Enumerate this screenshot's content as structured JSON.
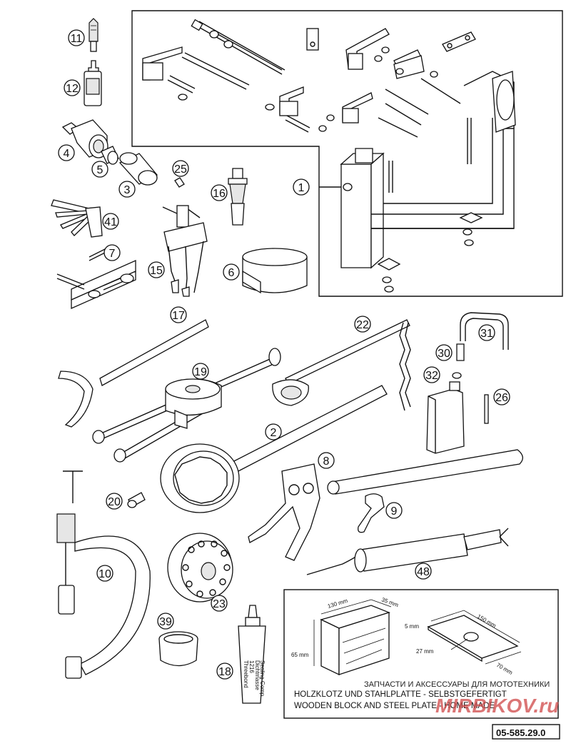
{
  "callouts": {
    "n1": "1",
    "n2": "2",
    "n3": "3",
    "n4": "4",
    "n5": "5",
    "n6": "6",
    "n7": "7",
    "n8": "8",
    "n9": "9",
    "n10": "10",
    "n11": "11",
    "n12": "12",
    "n15": "15",
    "n16": "16",
    "n17": "17",
    "n18": "18",
    "n19": "19",
    "n20": "20",
    "n22": "22",
    "n23": "23",
    "n25": "25",
    "n26": "26",
    "n30": "30",
    "n31": "31",
    "n32": "32",
    "n39": "39",
    "n41": "41",
    "n48": "48"
  },
  "tube_label": {
    "line1": "Threebond",
    "line2": "1216",
    "line3": "Dichtmasse",
    "line4": "Sealing Comp."
  },
  "dims": {
    "length": "130 mm",
    "depth": "35 mm",
    "height": "65 mm",
    "thickness": "5 mm",
    "plate_length": "150 mm",
    "plate_width": "70 mm",
    "hole": "27 mm"
  },
  "caption": {
    "line1": "HOLZKLOTZ UND STAHLPLATTE - SELBSTGEFERTIGT",
    "line2": "WOODEN BLOCK AND STEEL PLATE - HOME MADE"
  },
  "watermark": {
    "text": "ЗАПЧАСТИ И АКСЕССУАРЫ ДЛЯ МОТОТЕХНИКИ",
    "logo": "MIRBIKOV.ru"
  },
  "reference": "05-585.29.0"
}
